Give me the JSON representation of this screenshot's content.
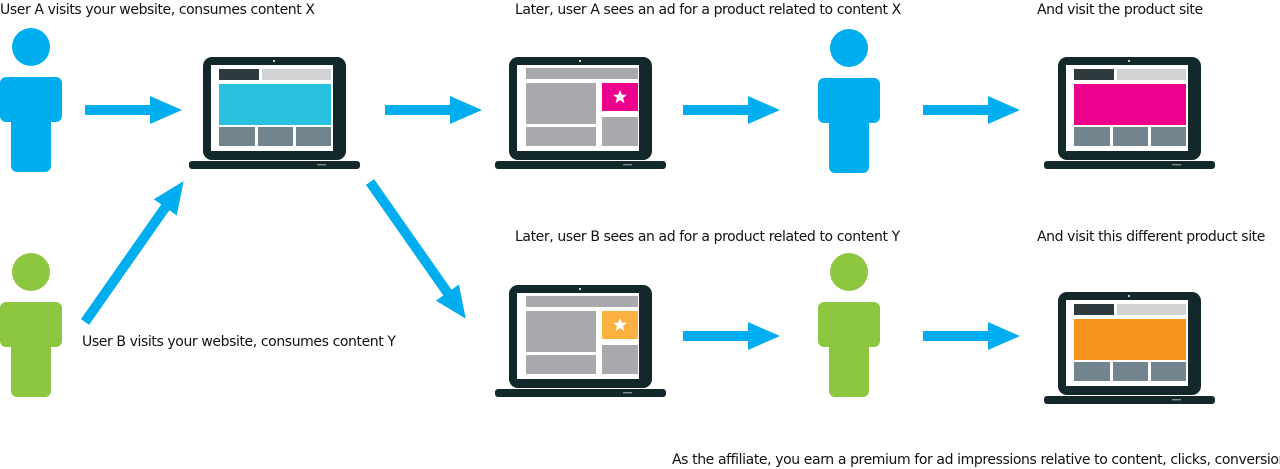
{
  "captions": {
    "user_a_visit": "User A visits your website, consumes content X",
    "user_a_ad": "Later, user A sees an ad for a product related to content X",
    "user_a_product": "And visit the product site",
    "user_b_visit": "User B visits your website, consumes content Y",
    "user_b_ad": "Later, user B sees an ad for a product related to content Y",
    "user_b_product": "And visit this different product site",
    "footer": "As the affiliate, you earn a premium for ad impressions relative to content, clicks, conversions"
  },
  "colors": {
    "user_a": "#00AEEF",
    "user_b": "#8DC63F",
    "arrow": "#00AEEF",
    "laptop": "#12282A",
    "content_x": "#29C1E0",
    "product_a": "#EC008C",
    "ad_b": "#FBB040",
    "product_b": "#F7941D"
  }
}
